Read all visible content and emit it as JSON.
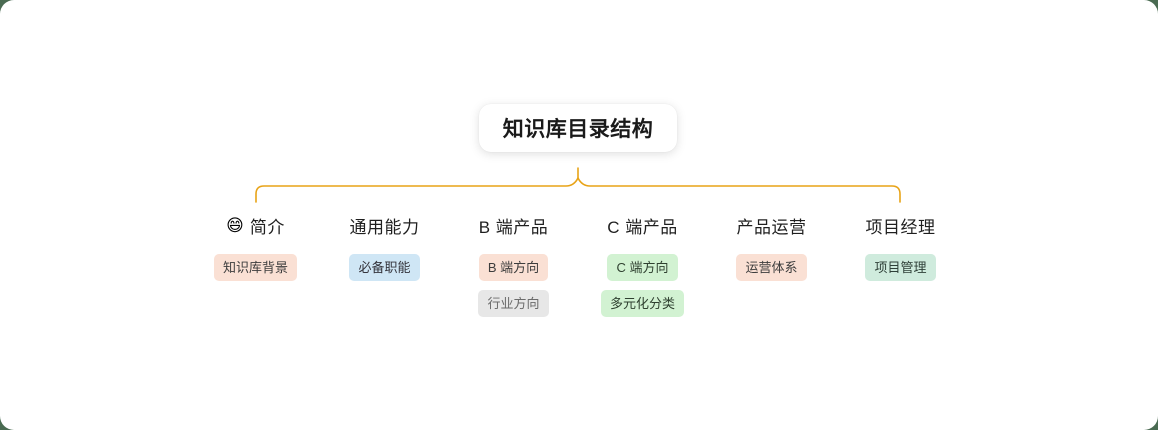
{
  "page": {
    "background_color": "#4a6b52",
    "card_color": "#ffffff",
    "connector_color": "#e8a317"
  },
  "root": {
    "title": "知识库目录结构"
  },
  "columns": [
    {
      "emoji": "😄",
      "emoji_name": "grinning-face-emoji",
      "title": "简介",
      "tags": [
        {
          "label": "知识库背景",
          "color": "peach",
          "hex": "#fae0d4"
        }
      ]
    },
    {
      "emoji": "",
      "emoji_name": "",
      "title": "通用能力",
      "tags": [
        {
          "label": "必备职能",
          "color": "blue",
          "hex": "#cfe6f5"
        }
      ]
    },
    {
      "emoji": "",
      "emoji_name": "",
      "title": "B 端产品",
      "tags": [
        {
          "label": "B 端方向",
          "color": "peach",
          "hex": "#fae0d4"
        },
        {
          "label": "行业方向",
          "color": "gray",
          "hex": "#e7e7e7"
        }
      ]
    },
    {
      "emoji": "",
      "emoji_name": "",
      "title": "C 端产品",
      "tags": [
        {
          "label": "C 端方向",
          "color": "green",
          "hex": "#d2f2d2"
        },
        {
          "label": "多元化分类",
          "color": "green",
          "hex": "#d2f2d2"
        }
      ]
    },
    {
      "emoji": "",
      "emoji_name": "",
      "title": "产品运营",
      "tags": [
        {
          "label": "运营体系",
          "color": "peach",
          "hex": "#f7ddd0"
        }
      ]
    },
    {
      "emoji": "",
      "emoji_name": "",
      "title": "项目经理",
      "tags": [
        {
          "label": "项目管理",
          "color": "mint",
          "hex": "#cfebdd"
        }
      ]
    }
  ]
}
